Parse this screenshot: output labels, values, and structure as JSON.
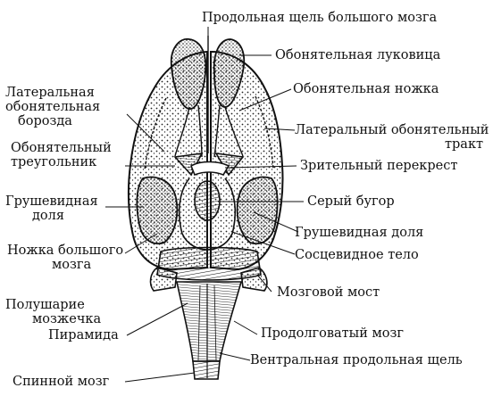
{
  "labels": {
    "longitudinal_fissure": "Продольная щель большого мозга",
    "olfactory_bulb": "Обонятельная луковица",
    "lateral_olfactory_sulcus": [
      "Латеральная",
      "обонятельная",
      "борозда"
    ],
    "olfactory_peduncle": "Обонятельная ножка",
    "lateral_olfactory_tract": [
      "Латеральный обонятельный",
      "тракт"
    ],
    "olfactory_triangle": [
      "Обонятельный",
      "треугольник"
    ],
    "optic_chiasm": "Зрительный перекрест",
    "piriform_lobe_left": [
      "Грушевидная",
      "доля"
    ],
    "tuber_cinereum": "Серый бугор",
    "piriform_lobe_right": "Грушевидная доля",
    "cerebral_peduncle": [
      "Ножка большого",
      "мозга"
    ],
    "mammillary_body": "Сосцевидное тело",
    "pons": "Мозговой мост",
    "cerebellar_hemisphere": [
      "Полушарие",
      "мозжечка"
    ],
    "medulla_oblongata": "Продолговатый мозг",
    "pyramid": "Пирамида",
    "ventral_median_fissure": "Вентральная продольная щель",
    "spinal_cord": "Спинной мозг"
  },
  "colors": {
    "ink": "#111111",
    "paper": "#ffffff"
  }
}
